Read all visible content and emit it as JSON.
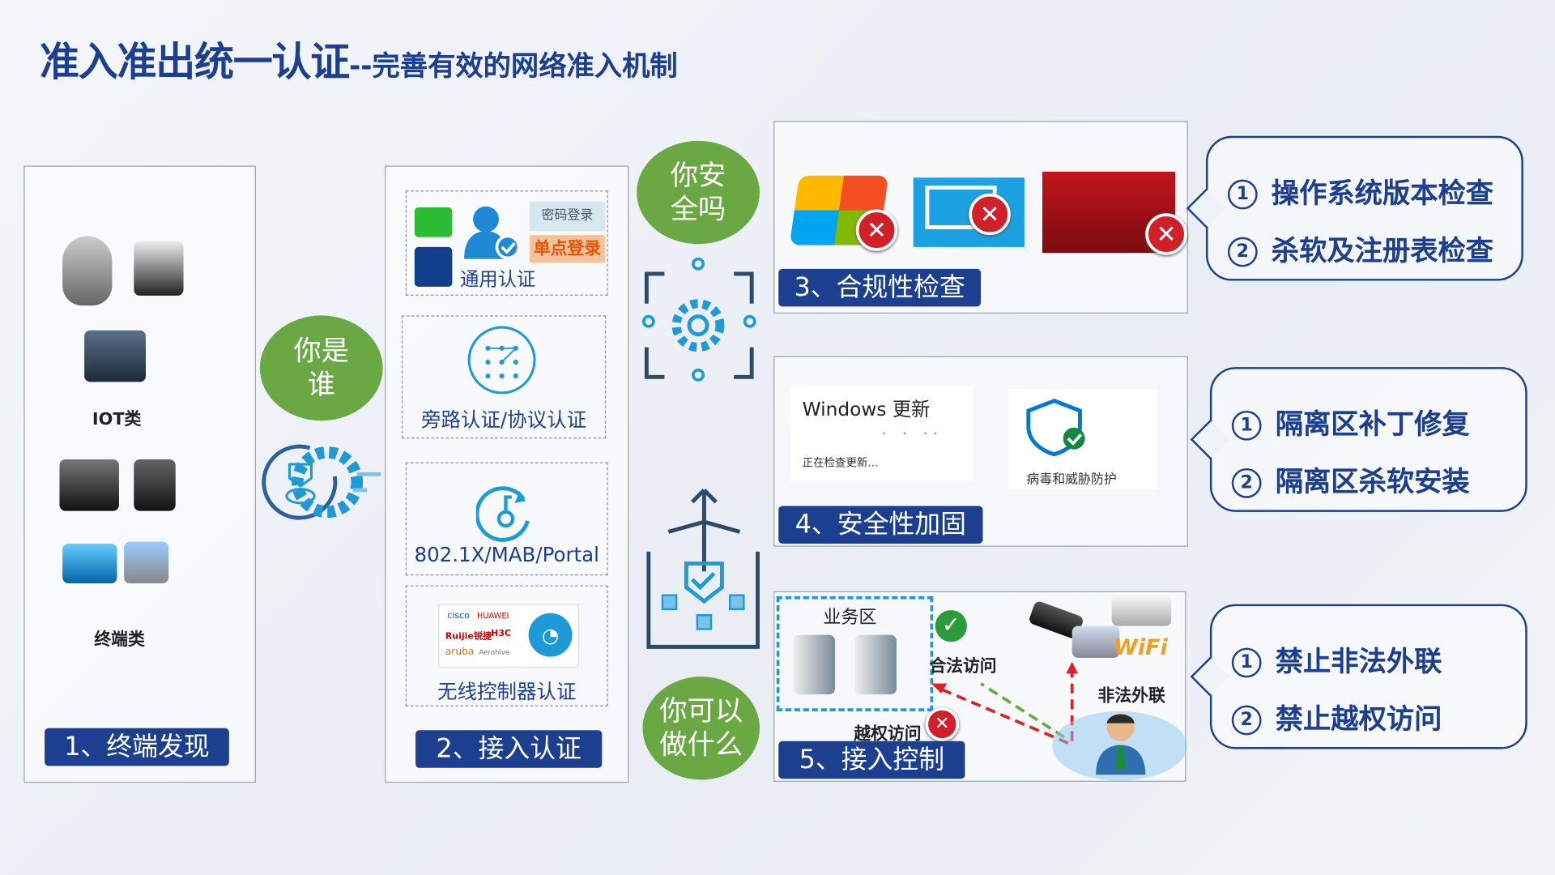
{
  "title": {
    "main": "准入准出统一认证",
    "separator": "--",
    "sub": "完善有效的网络准入机制"
  },
  "step1": {
    "badge": "1、终端发现",
    "iot_label": "IOT类",
    "terminal_label": "终端类"
  },
  "who_bubble": "你是谁",
  "step2": {
    "badge": "2、接入认证",
    "methods": [
      "通用认证",
      "旁路认证/协议认证",
      "802.1X/MAB/Portal",
      "无线控制器认证"
    ],
    "logo_texts": [
      "密码登录",
      "单点登录"
    ],
    "vendor_logos": [
      "cisco",
      "HUAWEI",
      "Ruijie锐捷",
      "H3C",
      "aruba",
      "Aerohive"
    ]
  },
  "safe_bubble": "你安全吗",
  "what_bubble": "你可以做什么",
  "step3": {
    "badge": "3、合规性检查"
  },
  "step4": {
    "badge": "4、安全性加固",
    "win_update_title": "Windows 更新",
    "win_update_status": "正在检查更新...",
    "defender_label": "病毒和威胁防护"
  },
  "step5": {
    "badge": "5、接入控制",
    "zone_label": "业务区",
    "legal_access": "合法访问",
    "illegal_outreach": "非法外联",
    "unauthorized_access": "越权访问",
    "wifi_text": "WiFi"
  },
  "callouts": [
    {
      "items": [
        "操作系统版本检查",
        "杀软及注册表检查"
      ]
    },
    {
      "items": [
        "隔离区补丁修复",
        "隔离区杀软安装"
      ]
    },
    {
      "items": [
        "禁止非法外联",
        "禁止越权访问"
      ]
    }
  ],
  "numbers": [
    "1",
    "2"
  ],
  "colors": {
    "brand": "#1d3f8f",
    "bubble": "#6aa843",
    "accent_blue": "#1e9ad6",
    "error": "#d0202a"
  }
}
